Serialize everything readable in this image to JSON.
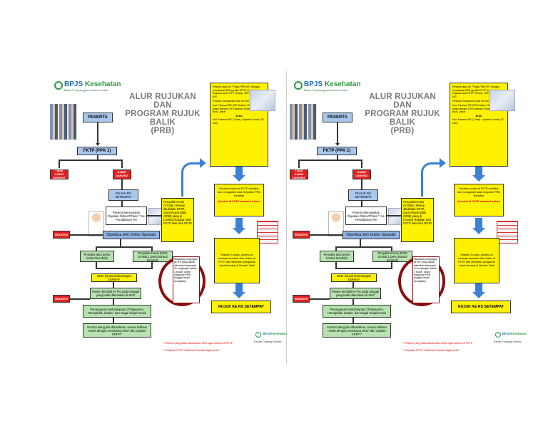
{
  "logo": {
    "brand_prefix": "BPJS",
    "brand_name": "Kesehatan",
    "subtitle": "Badan Penyelenggara Jaminan Sosial"
  },
  "title": {
    "line1": "ALUR RUJUKAN DAN",
    "line2": "PROGRAM RUJUK BALIK",
    "line3": "(PRB)"
  },
  "flow": {
    "peserta": "PESERTA",
    "fktp": "FKTP (PPK 1)",
    "tidak_gawat": "TIDAK GAWAT DARURAT",
    "gawat": "GAWAT DARURAT",
    "rujuk_rs": "RUJUK RS SETEMPAT",
    "peserta_menunjukan": "Peserta Menunjukan Rujukan Online/PCare ** ke Pendaftaran RS",
    "diperiksa": "Diperiksa oleh Dokter Spesialis",
    "selesai_1": "SELESAI",
    "selesai_2": "SELESAI",
    "penyakit_akut": "Penyakit akut (perlu kontrol kembali)",
    "penyakit_kronis_tidak_stabil": "Penyakit Kronis (NON STABIL) (perlu kontrol kembali)",
    "skd": "SKD (Surat Keterangan Dokter)*",
    "pasien_kembali": "Pasien kembali ke RS pada tanggal yang telah ditentukan di SKD",
    "penanganan": "Penanganan berkelanjutan (Thalasemia, Hemophilia, kanker, dan Gagal Ginjal Kronis",
    "kontrol_ulang": "Kontrol ulang jika dibutuhkan, sesuai indikasi medis dengan membawa SKD* dan rujukan FKTP**",
    "kronis_stabil": "Penyakit Kronis (STABIL) Resep dituliskan DPJP, Surat Rujuk Balik (SRB) yang di Lembar Rujukan dari FKTP diisi oleh DPJP",
    "maksimal_kunjungan": "Maksimal kunjungan ke RS yang dapat diberikan sebanyak 3x kunjungan dalam 1 bulan, untuk diagnosa PRB tunggal tanpa komplikasi",
    "yellow_top_intro": "Peserta lapor ke \"Pojok PRB RS\" dengan membawa SRB yg diisi DPJP di Lembar Rujukan dari FKTP, Resep, SEP, Kartu JKN-KIS",
    "yellow_top_obat": "Peserta mengambil obat 30 hari di:",
    "yellow_top_a": "Inst. Farmasi RS (RS Dustira, RS Cibabat, RS Kasih Bunda, RS Karisma Cimareme, Awal Bros, Jabar",
    "yellow_top_atau": "ATAU",
    "yellow_top_b": "Inst. Farmasi RS (7 hari) + Apotek Kronis (23 hari)",
    "yellow_mid": "Peserta kontrol di FKTP terdaftar dan mengambil obat di Apotek PRB terdaftar",
    "yellow_mid_note": "(Kontrol di FKTP selama 3 bulan)",
    "yellow_bottom": "Setelah 3 bulan, peserta di evaluasi kembali oleh dokter di FKTP dan diberikan pengantar untuk berobat di Rumah Sakit",
    "rujuk_ke_rs": "RUJUK KE RS SETEMPAT"
  },
  "notes": {
    "note1": "* Peserta yang tidak dibutuhkan SKD agar kontrol di FKTP",
    "note2": "** Rujukan FKTP maksimal 3 bulan sejak terbit"
  },
  "footer": {
    "office": "Kantor Cabang Cimahi"
  },
  "colors": {
    "brand_blue": "#1a6fb5",
    "brand_green": "#2d9a3e",
    "flow_blue": "#a9c8ee",
    "flow_green": "#b7e3b0",
    "yellow": "#fff200",
    "red": "#e02020",
    "arrow_blue": "#3b82d6"
  }
}
